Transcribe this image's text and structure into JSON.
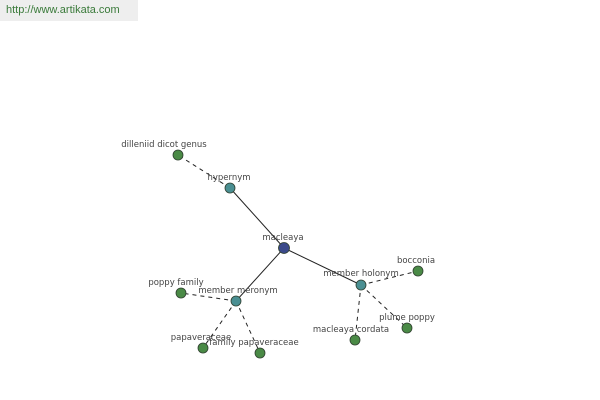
{
  "banner": {
    "url": "http://www.artikata.com"
  },
  "graph": {
    "colors": {
      "center": "#3b4a8a",
      "relation": "#4a8f92",
      "leaf": "#4a8a46",
      "node_stroke": "#2f3f2f",
      "edge": "#222222",
      "banner_bg": "#eeeeee",
      "banner_text": "#3a7a3a"
    },
    "nodes": [
      {
        "id": "macleaya",
        "label": "macleaya",
        "kind": "center"
      },
      {
        "id": "hypernym",
        "label": "hypernym",
        "kind": "relation"
      },
      {
        "id": "member-meronym",
        "label": "member meronym",
        "kind": "relation"
      },
      {
        "id": "member-holonym",
        "label": "member holonym",
        "kind": "relation"
      },
      {
        "id": "dilleniid-dicot-genus",
        "label": "dilleniid dicot genus",
        "kind": "leaf"
      },
      {
        "id": "poppy-family",
        "label": "poppy family",
        "kind": "leaf"
      },
      {
        "id": "papaveraceae",
        "label": "papaveraceae",
        "kind": "leaf"
      },
      {
        "id": "family-papaveraceae",
        "label": "family papaveraceae",
        "kind": "leaf"
      },
      {
        "id": "bocconia",
        "label": "bocconia",
        "kind": "leaf"
      },
      {
        "id": "plume-poppy",
        "label": "plume poppy",
        "kind": "leaf"
      },
      {
        "id": "macleaya-cordata",
        "label": "macleaya cordata",
        "kind": "leaf"
      }
    ],
    "edges": [
      {
        "from": "macleaya",
        "to": "hypernym",
        "style": "solid"
      },
      {
        "from": "macleaya",
        "to": "member-meronym",
        "style": "solid"
      },
      {
        "from": "macleaya",
        "to": "member-holonym",
        "style": "solid"
      },
      {
        "from": "hypernym",
        "to": "dilleniid-dicot-genus",
        "style": "dashed"
      },
      {
        "from": "member-meronym",
        "to": "poppy-family",
        "style": "dashed"
      },
      {
        "from": "member-meronym",
        "to": "papaveraceae",
        "style": "dashed"
      },
      {
        "from": "member-meronym",
        "to": "family-papaveraceae",
        "style": "dashed"
      },
      {
        "from": "member-holonym",
        "to": "bocconia",
        "style": "dashed"
      },
      {
        "from": "member-holonym",
        "to": "plume-poppy",
        "style": "dashed"
      },
      {
        "from": "member-holonym",
        "to": "macleaya-cordata",
        "style": "dashed"
      }
    ]
  }
}
